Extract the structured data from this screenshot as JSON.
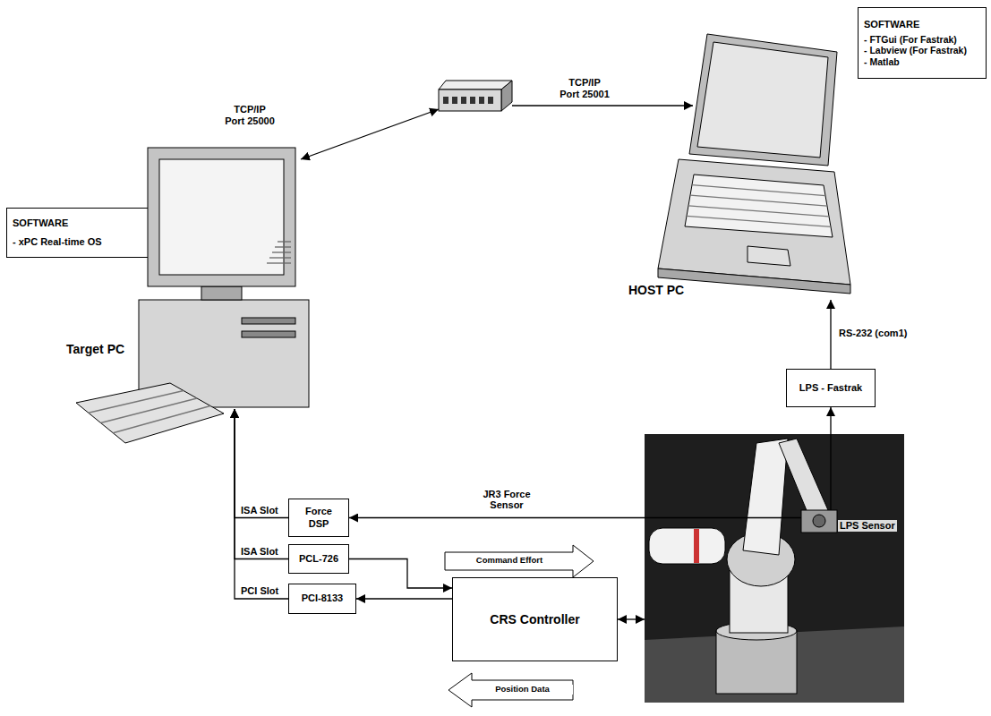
{
  "diagram": {
    "nodes": [
      {
        "text": [
          "SOFTWARE",
          "- FTGui (For Fastrak)",
          "- Labview (For Fastrak)",
          "- Matlab"
        ]
      },
      {
        "text": [
          "HOST PC"
        ]
      },
      {
        "text": [
          "SOFTWARE",
          "- xPC Real-time OS"
        ]
      },
      {
        "text": [
          "Target PC"
        ]
      },
      {
        "text": [
          "LPS - Fastrak"
        ]
      },
      {
        "text": [
          "LPS Sensor"
        ]
      },
      {
        "text": [
          "Force DSP"
        ]
      },
      {
        "text": [
          "PCL-726"
        ]
      },
      {
        "text": [
          "PCI-8133"
        ]
      },
      {
        "text": [
          "CRS Controller"
        ]
      }
    ],
    "edges": [
      {
        "from": 4,
        "to": 1,
        "label": "RS-232 (com1)",
        "arrow": "to"
      },
      {
        "from": 5,
        "to": 4,
        "arrow": "to"
      },
      {
        "from": 5,
        "to": 6,
        "label": "JR3 Force Sensor",
        "arrow": "to"
      },
      {
        "from": 6,
        "to": 3,
        "label": "ISA Slot",
        "arrow": "to"
      },
      {
        "from": 7,
        "to": 3,
        "label": "ISA Slot",
        "arrow": "to"
      },
      {
        "from": 8,
        "to": 3,
        "label": "PCI Slot",
        "arrow": "to"
      },
      {
        "from": 7,
        "to": 9,
        "arrow": "to"
      },
      {
        "from": 9,
        "to": 8,
        "arrow": "to"
      },
      {
        "from": 9,
        "to": 5,
        "arrow": "both"
      }
    ],
    "labels": [
      "TCP/IP Port 25000",
      "TCP/IP Port 25001",
      "Command Effort",
      "Position Data"
    ]
  }
}
